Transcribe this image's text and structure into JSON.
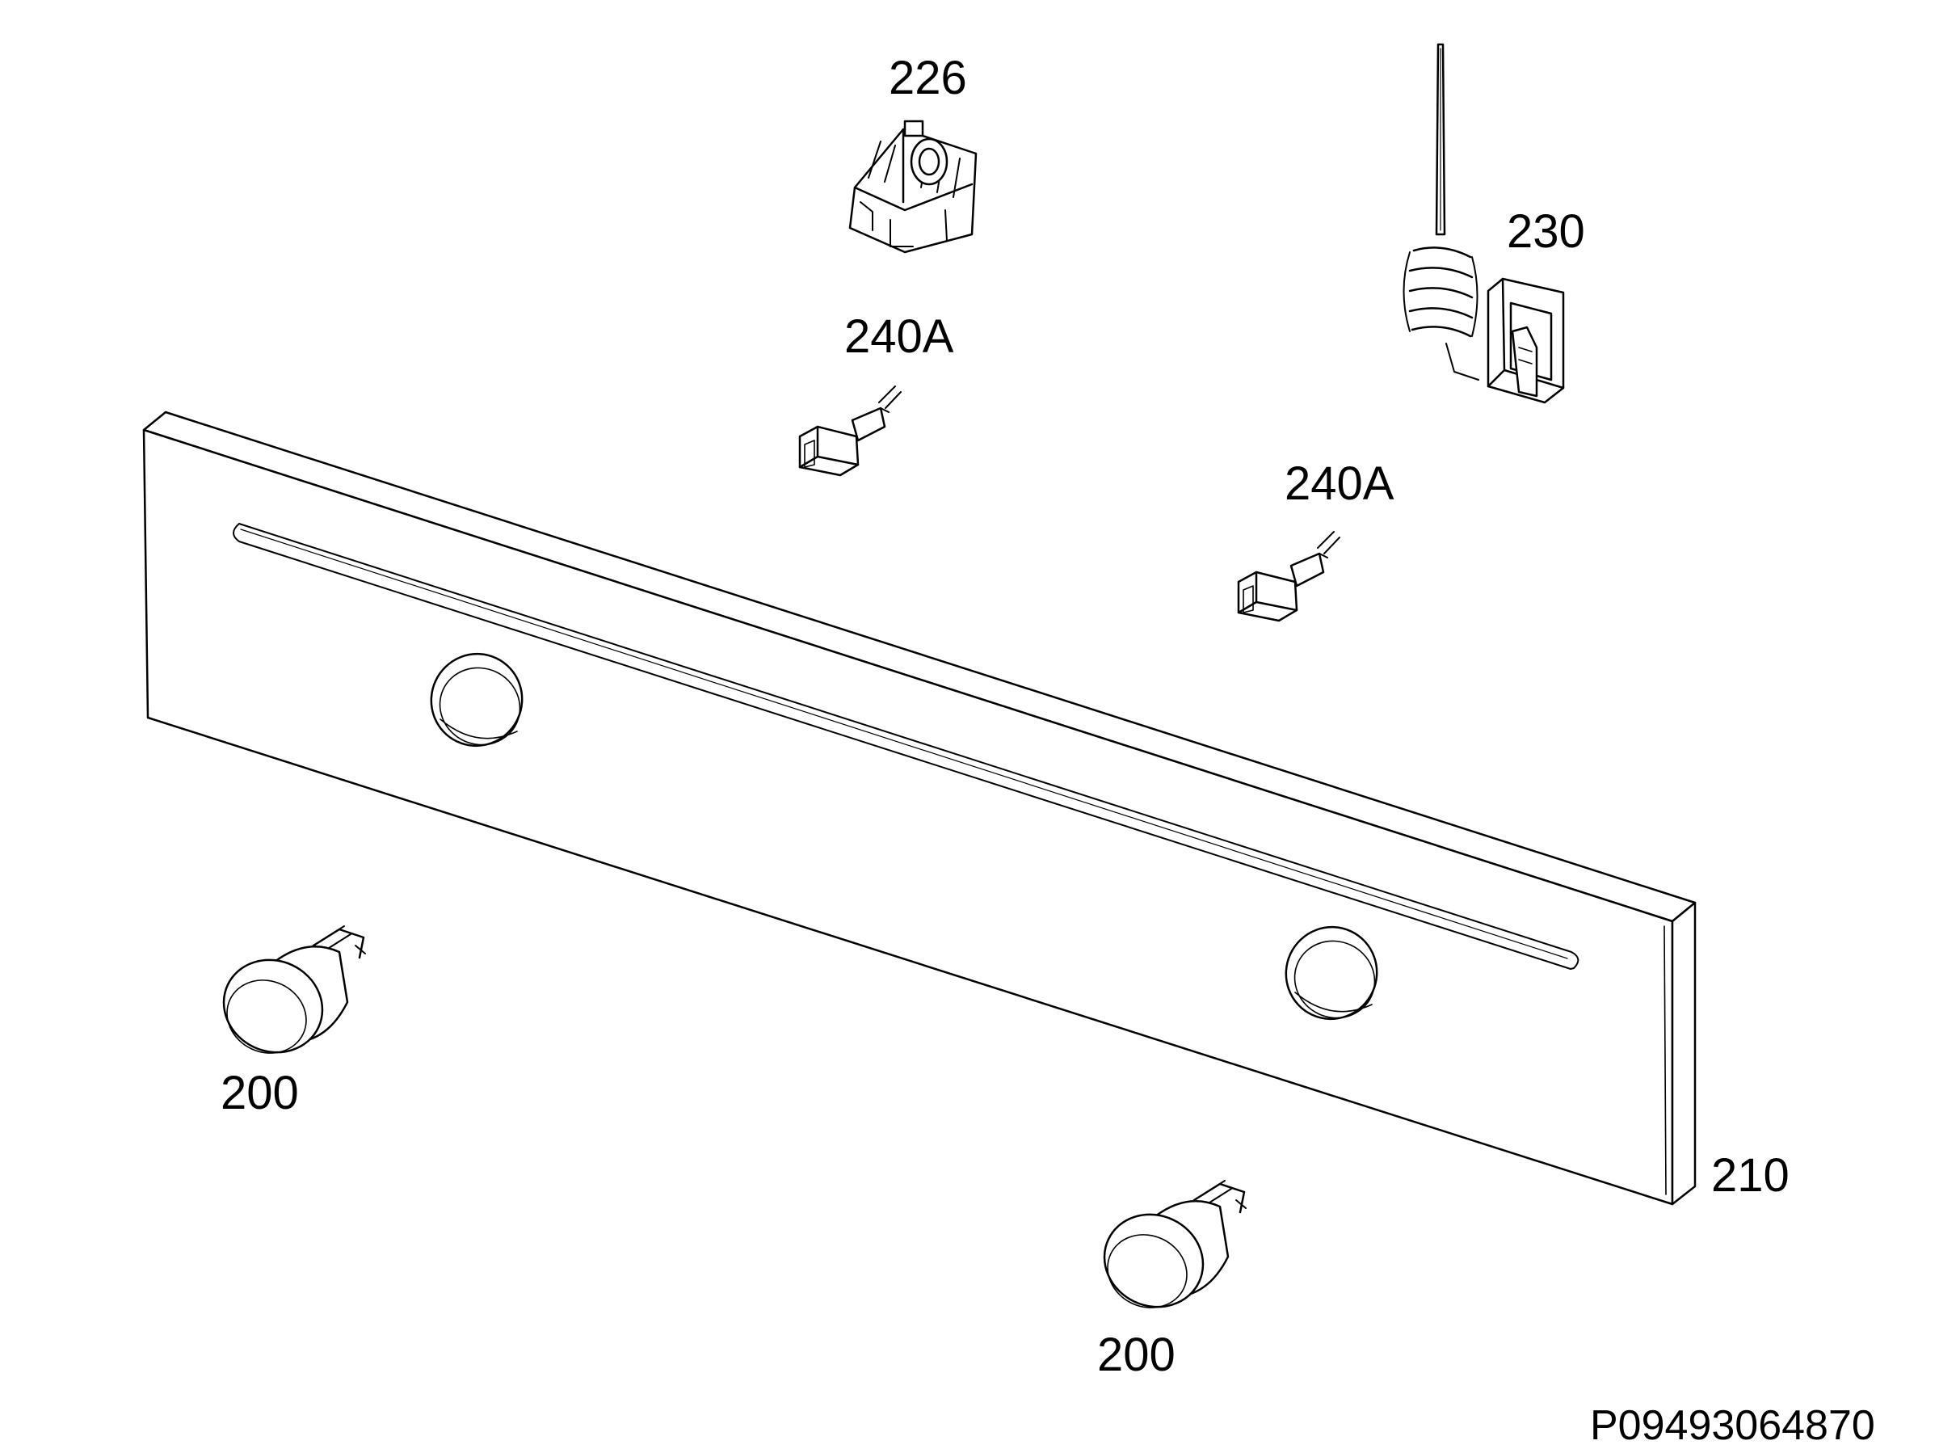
{
  "labels": {
    "part_226": "226",
    "part_230": "230",
    "part_240a_left": "240A",
    "part_240a_right": "240A",
    "part_200_left": "200",
    "part_200_right": "200",
    "part_210": "210"
  },
  "document_id": "P09493064870",
  "colors": {
    "line": "#000000",
    "background": "#ffffff"
  }
}
